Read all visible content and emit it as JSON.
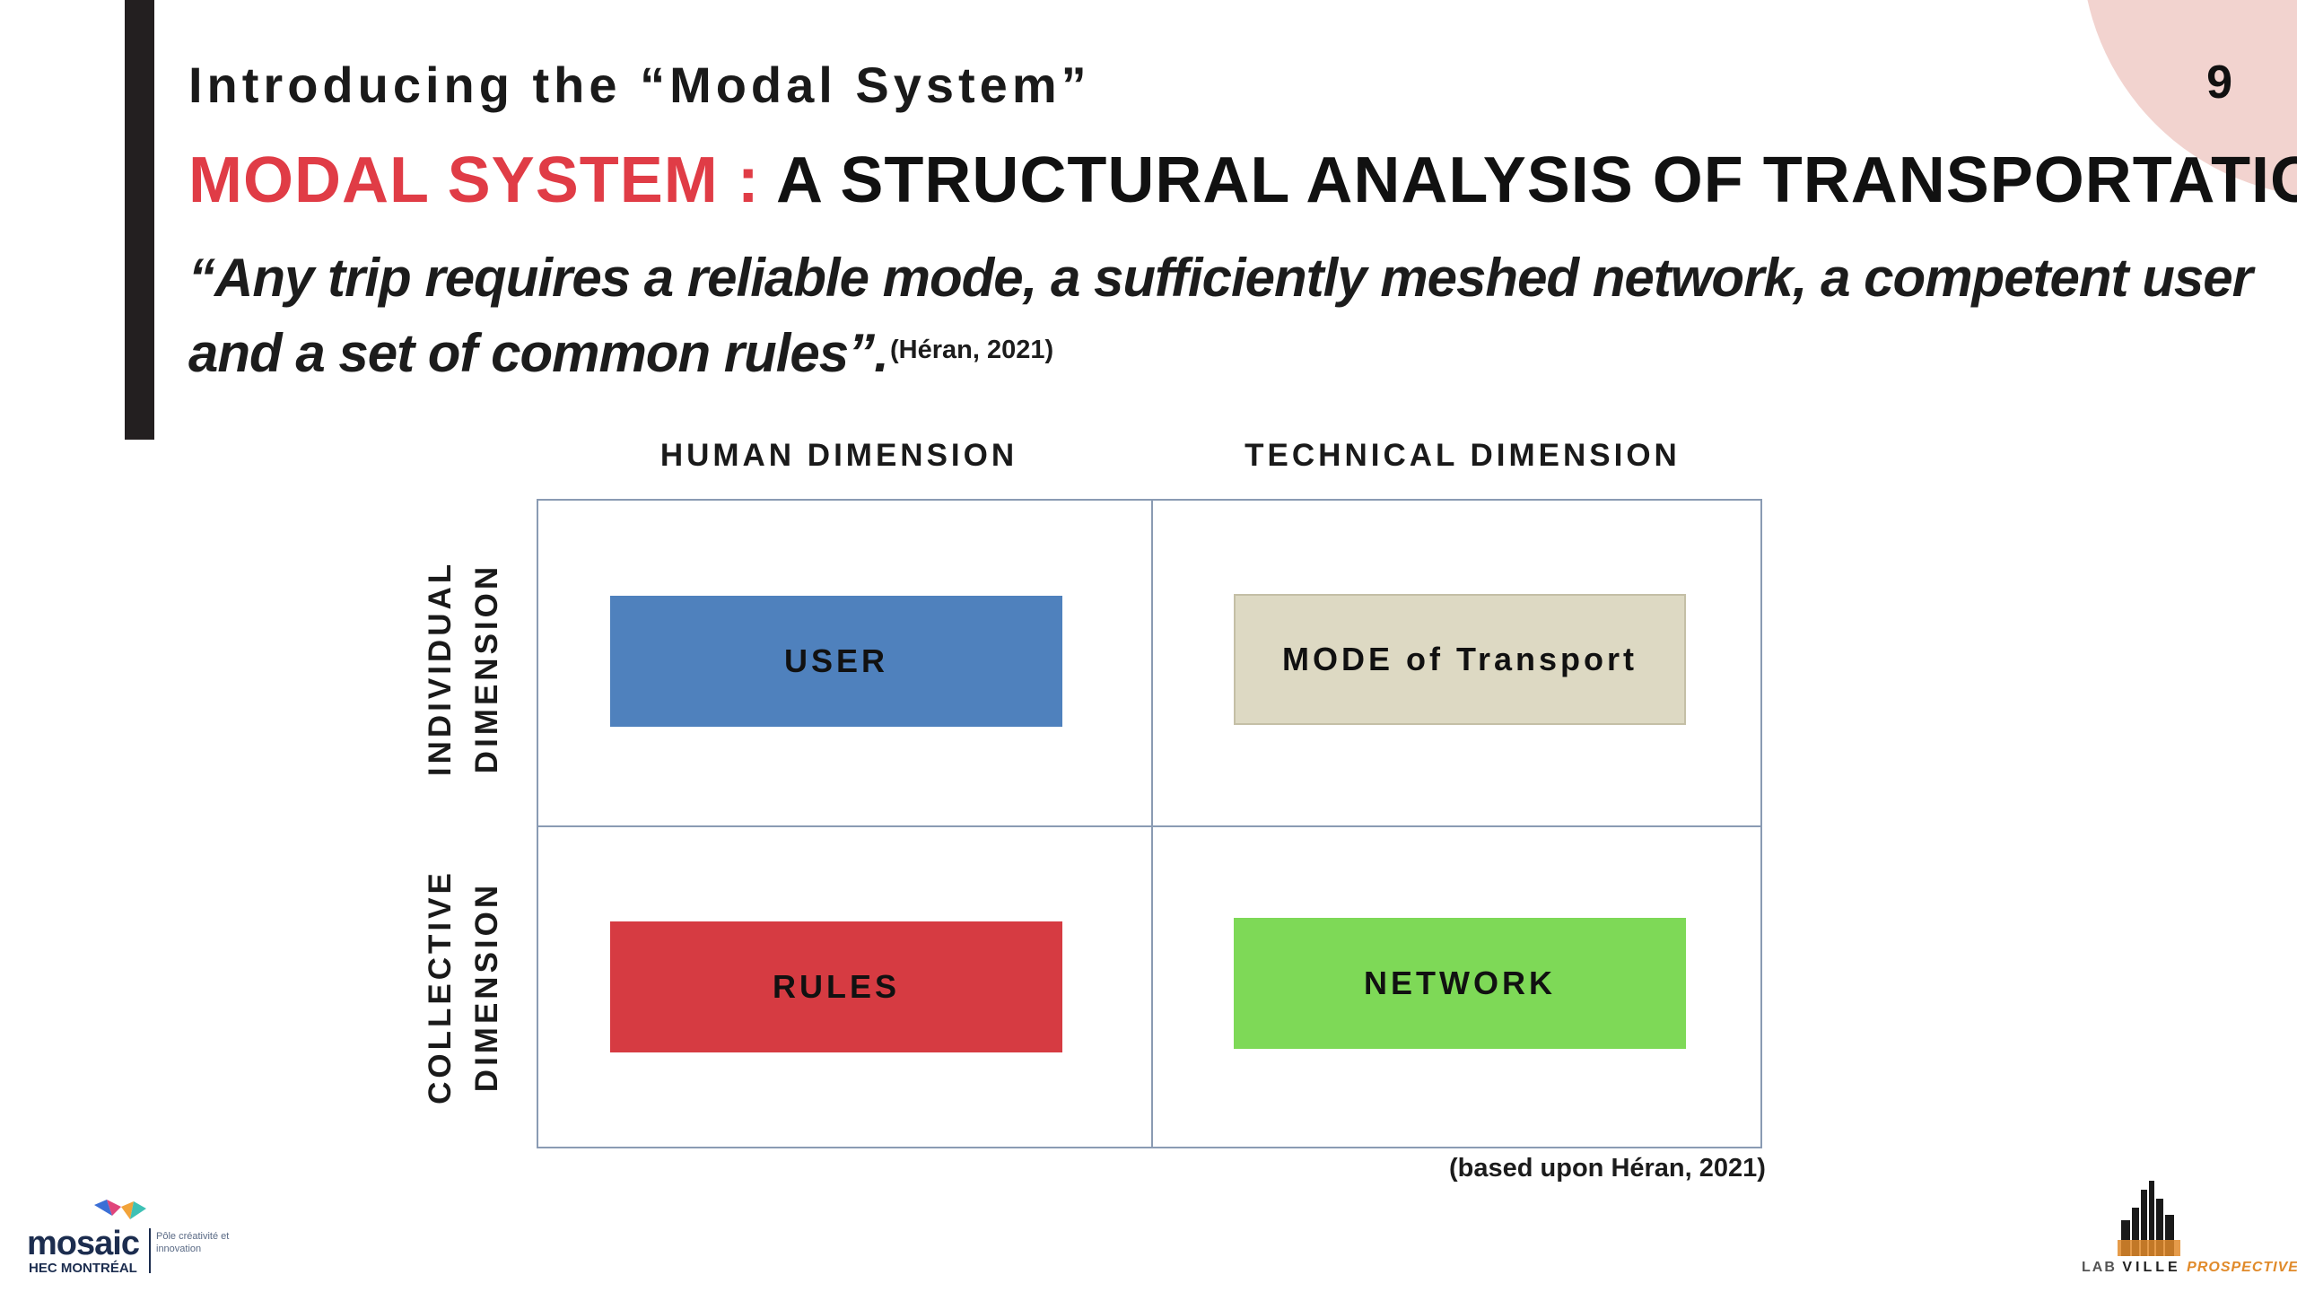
{
  "slide": {
    "page_number": "9",
    "section_title": "Introducing the “Modal System”",
    "title_part1": "MODAL SYSTEM : ",
    "title_part2": "A STRUCTURAL ANALYSIS OF TRANSPORTATION",
    "quote": "“Any trip requires a reliable mode, a sufficiently meshed network, a competent user and a set of common rules”.",
    "quote_citation": "(Héran, 2021)"
  },
  "diagram": {
    "columns": [
      "HUMAN DIMENSION",
      "TECHNICAL DIMENSION"
    ],
    "rows": [
      {
        "line1": "INDIVIDUAL",
        "line2": "DIMENSION"
      },
      {
        "line1": "COLLECTIVE",
        "line2": "DIMENSION"
      }
    ],
    "cells": {
      "user": {
        "label": "USER",
        "color": "#4f81bd"
      },
      "mode": {
        "label": "MODE of Transport",
        "color": "#ddd9c3"
      },
      "rules": {
        "label": "RULES",
        "color": "#d63b42"
      },
      "network": {
        "label": "NETWORK",
        "color": "#7ed957"
      }
    },
    "citation": "(based upon Héran, 2021)"
  },
  "logos": {
    "left": {
      "word": "mosaic",
      "sub": "HEC MONTRÉAL",
      "tagline": "Pôle créativité et innovation"
    },
    "right": {
      "part1": "LAB",
      "part2": "VILLE",
      "part3": "PROSPECTIVE"
    }
  },
  "colors": {
    "accent_red": "#e03c46",
    "accent_bar": "#231f20",
    "corner_circle": "#f2d3cf"
  }
}
